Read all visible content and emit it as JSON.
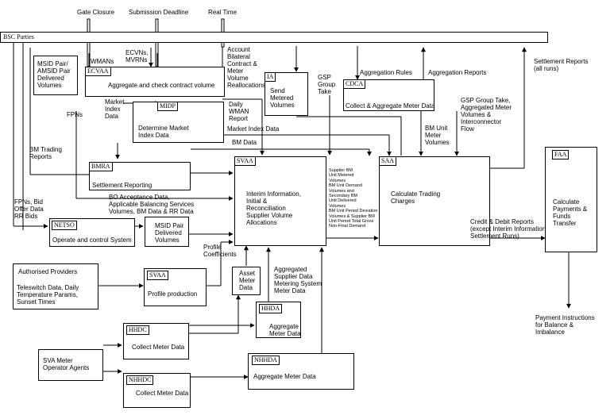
{
  "timers": {
    "gate": "Gate Closure",
    "submission": "Submission Deadline",
    "realtime": "Real Time"
  },
  "bsc_parties": "BSC Parties",
  "boxes": {
    "msid_pair_left": "MSID Pair/\nAMSID Pair\nDelivered\nVolumes",
    "ecvaa_tag": "ECVAA",
    "ecvaa_title": "Aggregate and check contract volume",
    "midp_tag": "MIDP",
    "midp_title": "Determine Market\nIndex Data",
    "ia_tag": "IA",
    "ia_title": "Send\nMetered\nVolumes",
    "cdca_tag": "CDCA",
    "cdca_title": "Collect & Aggregate Meter Data",
    "bmra_tag": "BMRA",
    "bmra_title": "Settlement Reporting",
    "svaa_tag": "SVAA",
    "svaa_title": "Interim Information,\nInitial &\nReconciliation\nSupplier Volume\nAllocations",
    "saa_tag": "SAA",
    "saa_title": "Calculate Trading\nCharges",
    "faa_tag": "FAA",
    "faa_title": "Calculate\nPayments &\nFunds\nTransfer",
    "netso_tag": "NETSO",
    "netso_title": "Operate and control System",
    "msid_pair_mid": "MSID Pair\nDelivered\nVolumes",
    "auth_providers": "Authorised Providers",
    "auth_data": "Teleswitch Data, Daily\nTemperature Params,\nSunset Times",
    "svaa2_tag": "SVAA",
    "svaa2_title": "Profile production",
    "asset": "Asset\nMeter\nData",
    "hhda_tag": "HHDA",
    "hhda_title": "Aggregate\nMeter Data",
    "hhdc_tag": "HHDC",
    "hhdc_title": "Collect Meter Data",
    "sva_meter": "SVA Meter\nOperator Agents",
    "nhhdc_tag": "NHHDC",
    "nhhdc_title": "Collect Meter Data",
    "nhhda_tag": "NHHDA",
    "nhhda_title": "Aggregate Meter Data"
  },
  "labels": {
    "wmans": "WMANs",
    "ecvns": "ECVNs,\nMVRNs",
    "account": "Account\nBilateral\nContract &\nMeter\nVolume\nReallocations",
    "gsp_take": "GSP\nGroup\nTake",
    "agg_rules": "Aggregation Rules",
    "agg_reports": "Aggregation Reports",
    "settlement_reports": "Settlement Reports\n(all runs)",
    "fpns": "FPNs",
    "mid_box": "Market\nIndex\nData",
    "daily_wman": "Daily\nWMAN\nReport",
    "mid2": "Market Index Data",
    "bm_data": "BM Data",
    "gsp_group_take": "GSP Group Take,\nAggregated Meter\nVolumes &\nInterconnector\nFlow",
    "bm_unit": "BM Unit\nMeter\nVolumes",
    "bm_trading": "BM Trading\nReports",
    "fpns_bid": "FPNs, Bid\nOffer Data\nRR Bids",
    "bo_acceptance": "BO Acceptance Data,\nApplicable Balancing Services\nVolumes, BM Data & RR Data",
    "supplier_list": "Supplier BM\nUnit Metered\nVolumes\nBM Unit Demand\nVolumes and\nSecondary BM\nUnit Delivered\nVolumes\nBM Unit Period Deviation\nVolumes & Supplier BM\nUnit Period Total Gross\nNon-Final Demand",
    "credit_debit": "Credit & Debit Reports\n(except Interim Information\nSettlement Runs)",
    "profile_coeff": "Profile\nCoefficients",
    "aggregated_supplier": "Aggregated\nSupplier Data\nMetering System\nMeter Data",
    "payment_instr": "Payment Instructions\nfor Balance &\nImbalance"
  }
}
